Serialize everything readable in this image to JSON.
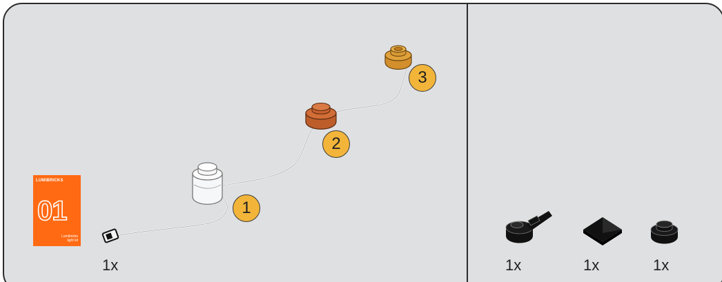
{
  "booklet": {
    "brand": "LUMIBRICKS",
    "number": "01",
    "footer_line1": "Lumibricks",
    "footer_line2": "light kit"
  },
  "left_panel": {
    "cable_qty": "1x",
    "steps": [
      {
        "label": "1"
      },
      {
        "label": "2"
      },
      {
        "label": "3"
      }
    ]
  },
  "right_panel": {
    "parts": [
      {
        "name": "plate-with-bar-handle",
        "qty": "1x"
      },
      {
        "name": "slope-pyramid-tile",
        "qty": "1x"
      },
      {
        "name": "round-plate",
        "qty": "1x"
      }
    ]
  },
  "colors": {
    "background": "#dfe0e2",
    "badge": "#f2b53a",
    "booklet": "#ff6a13",
    "brick_clear": "#f4f5f6",
    "brick_orange": "#c8642e",
    "brick_amber": "#d8962c",
    "part_black": "#111111"
  }
}
